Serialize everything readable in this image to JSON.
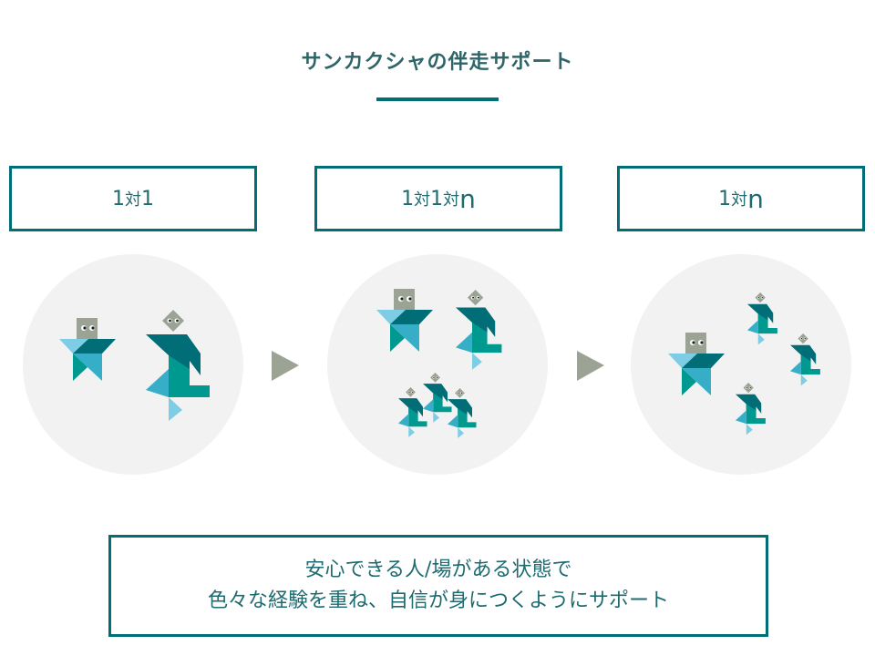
{
  "title": "サンカクシャの伴走サポート",
  "stages": [
    {
      "parts": [
        "1",
        "対",
        "1"
      ]
    },
    {
      "parts": [
        "1",
        "対",
        "1",
        "対",
        "n"
      ]
    },
    {
      "parts": [
        "1",
        "対",
        "n"
      ]
    }
  ],
  "message": {
    "line1": "安心できる人/場がある状態で",
    "line2": "色々な経験を重ね、自信が身につくようにサポート"
  },
  "colors": {
    "accent": "#006d77",
    "circle": "#f2f2f2",
    "arrow": "#9aa394"
  }
}
